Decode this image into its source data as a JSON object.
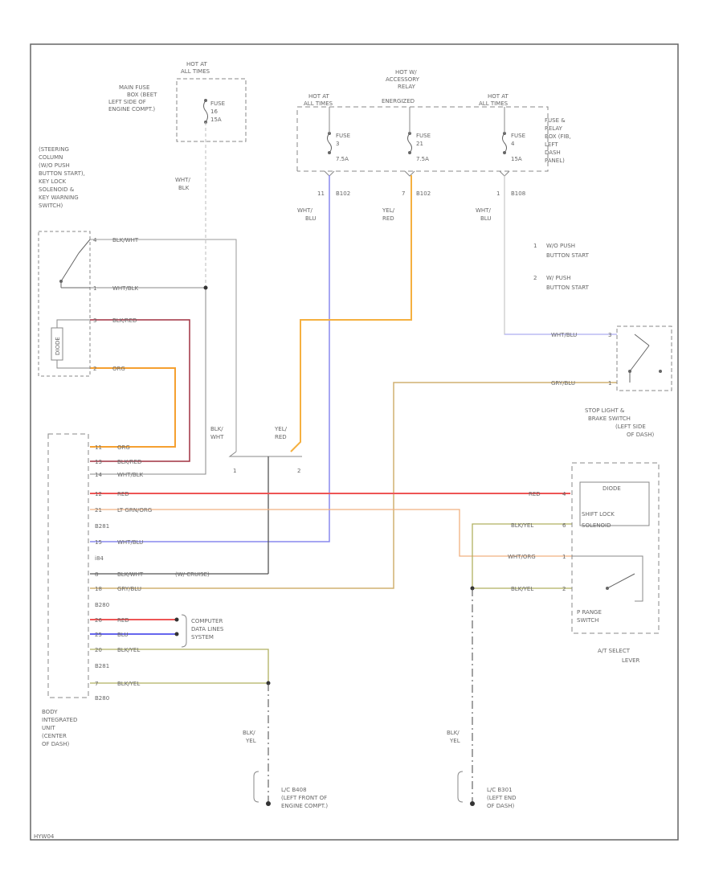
{
  "frame": {
    "corner_code": "HYW04"
  },
  "colors": {
    "frame": "#666666",
    "wire_gray": "#999999",
    "wire_blue": "#8888ee",
    "wire_orange": "#f5b040",
    "wire_red": "#ee5555",
    "wire_darkred": "#a03040",
    "wire_tan": "#d0b070",
    "wire_olive": "#b0b060",
    "wire_salmon": "#f0b080",
    "wire_dark": "#555555"
  },
  "main_fuse": {
    "hot": [
      "HOT AT",
      "ALL TIMES"
    ],
    "location": [
      "MAIN FUSE",
      "BOX (BEET",
      "LEFT SIDE OF",
      "ENGINE COMPT.)"
    ],
    "fuse": [
      "FUSE",
      "16",
      "15A"
    ],
    "wire": [
      "WHT/",
      "BLK"
    ]
  },
  "fuse_relay": {
    "hot1": [
      "HOT AT",
      "ALL TIMES"
    ],
    "hot2": [
      "HOT W/",
      "ACCESSORY",
      "RELAY",
      "ENERGIZED"
    ],
    "hot3": [
      "HOT AT",
      "ALL TIMES"
    ],
    "fuse1": [
      "FUSE",
      "3",
      "7.5A"
    ],
    "fuse2": [
      "FUSE",
      "21",
      "7.5A"
    ],
    "fuse3": [
      "FUSE",
      "4",
      "15A"
    ],
    "location": [
      "FUSE &",
      "RELAY",
      "BOX (FIB,",
      "LEFT",
      "DASH",
      "PANEL)"
    ],
    "pin1": "11",
    "conn1": "B102",
    "pin2": "7",
    "conn2": "B102",
    "pin3": "1",
    "conn3": "B108",
    "wire1": [
      "WHT/",
      "BLU"
    ],
    "wire2": [
      "YEL/",
      "RED"
    ],
    "wire3": [
      "WHT/",
      "BLU"
    ]
  },
  "notes": [
    {
      "num": "1",
      "lines": [
        "W/O PUSH",
        "BUTTON START"
      ]
    },
    {
      "num": "2",
      "lines": [
        "W/ PUSH",
        "BUTTON START"
      ]
    }
  ],
  "steering_switch": {
    "title": [
      "(STEERING",
      "COLUMN",
      "(W/O PUSH",
      "BUTTON START),",
      "KEY LOCK",
      "SOLENOID &",
      "KEY WARNING",
      "SWITCH)"
    ],
    "diode": "DIODE",
    "pins": [
      {
        "pin": "4",
        "wire": "BLK/WHT"
      },
      {
        "pin": "1",
        "wire": "WHT/BLK"
      },
      {
        "pin": "3",
        "wire": "BLK/RED"
      },
      {
        "pin": "2",
        "wire": "ORG"
      }
    ]
  },
  "splice": {
    "wire1": [
      "BLK/",
      "WHT"
    ],
    "wire2": [
      "YEL/",
      "RED"
    ],
    "label1": "1",
    "label2": "2"
  },
  "body_unit": {
    "pins": [
      {
        "pin": "11",
        "wire": "ORG"
      },
      {
        "pin": "13",
        "wire": "BLK/RED"
      },
      {
        "pin": "14",
        "wire": "WHT/BLK"
      },
      {
        "pin": "12",
        "wire": "RED"
      },
      {
        "pin": "21",
        "wire": "LT GRN/ORG"
      },
      {
        "pin": "15",
        "wire": "WHT/BLU"
      },
      {
        "pin": "8",
        "wire": "BLK/WHT"
      },
      {
        "pin": "18",
        "wire": "GRY/BLU"
      },
      {
        "pin": "26",
        "wire": "RED"
      },
      {
        "pin": "25",
        "wire": "BLU"
      },
      {
        "pin": "20",
        "wire": "BLK/YEL"
      },
      {
        "pin": "7",
        "wire": "BLK/YEL"
      }
    ],
    "connectors": [
      "B281",
      "i84",
      "B280",
      "B281",
      "B280"
    ],
    "dash_note": "(W/ CRUISE)",
    "data_lines": [
      "COMPUTER",
      "DATA LINES",
      "SYSTEM"
    ],
    "location": [
      "BODY",
      "INTEGRATED",
      "UNIT",
      "(CENTER",
      "OF DASH)"
    ]
  },
  "stop_switch": {
    "pins": [
      {
        "pin": "3",
        "wire": "WHT/BLU"
      },
      {
        "pin": "1",
        "wire": "GRY/BLU"
      }
    ],
    "title": [
      "STOP LIGHT &",
      "BRAKE SWITCH",
      "(LEFT SIDE",
      "OF DASH)"
    ]
  },
  "at_select": {
    "pins": [
      {
        "pin": "4",
        "wire": "RED"
      },
      {
        "pin": "6",
        "wire": "BLK/YEL"
      },
      {
        "pin": "1",
        "wire": "WHT/ORG"
      },
      {
        "pin": "2",
        "wire": "BLK/YEL"
      }
    ],
    "diode": "DIODE",
    "solenoid": [
      "SHIFT LOCK",
      "SOLENOID"
    ],
    "range_switch": [
      "P RANGE",
      "SWITCH"
    ],
    "title": [
      "A/T SELECT",
      "LEVER"
    ]
  },
  "grounds": [
    {
      "wire": [
        "BLK/",
        "YEL"
      ],
      "label": [
        "L/C B408",
        "(LEFT FRONT OF",
        "ENGINE COMPT.)"
      ]
    },
    {
      "wire": [
        "BLK/",
        "YEL"
      ],
      "label": [
        "L/C B301",
        "(LEFT END",
        "OF DASH)"
      ]
    }
  ]
}
